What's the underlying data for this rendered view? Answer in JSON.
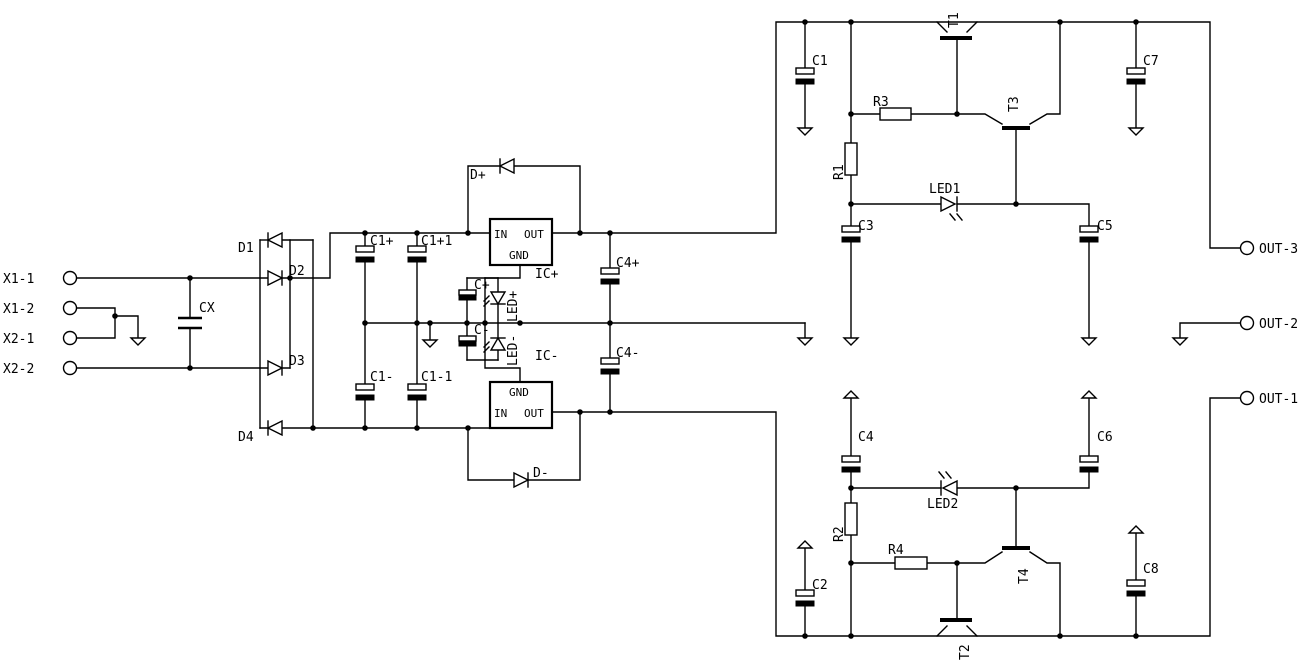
{
  "inputs": [
    "X1-1",
    "X1-2",
    "X2-1",
    "X2-2"
  ],
  "outputs": [
    "OUT-3",
    "OUT-2",
    "OUT-1"
  ],
  "labels": {
    "D1": "D1",
    "D2": "D2",
    "D3": "D3",
    "D4": "D4",
    "CX": "CX",
    "C1p": "C1+",
    "C1p1": "C1+1",
    "C1m": "C1-",
    "C1m1": "C1-1",
    "Dp": "D+",
    "Dm": "D-",
    "ICp": "IC+",
    "ICm": "IC-",
    "in": "IN",
    "out": "OUT",
    "gnd": "GND",
    "Cp": "C+",
    "Cm": "C-",
    "LEDp": "LED+",
    "LEDm": "LED-",
    "C4p": "C4+",
    "C4m": "C4-",
    "C1": "C1",
    "C2": "C2",
    "C3": "C3",
    "C4": "C4",
    "C5": "C5",
    "C6": "C6",
    "C7": "C7",
    "C8": "C8",
    "R1": "R1",
    "R2": "R2",
    "R3": "R3",
    "R4": "R4",
    "T1": "T1",
    "T2": "T2",
    "T3": "T3",
    "T4": "T4",
    "LED1": "LED1",
    "LED2": "LED2"
  }
}
